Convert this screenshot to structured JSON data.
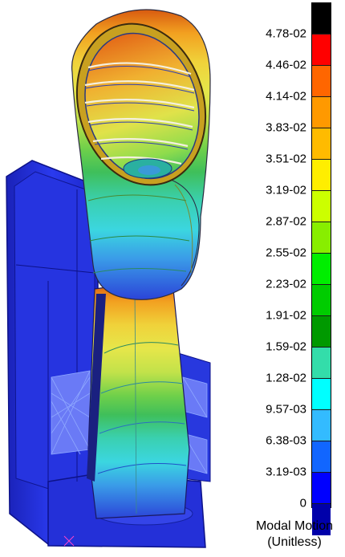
{
  "scale": {
    "labels": [
      "4.78-02",
      "4.46-02",
      "4.14-02",
      "3.83-02",
      "3.51-02",
      "3.19-02",
      "2.87-02",
      "2.55-02",
      "2.23-02",
      "1.91-02",
      "1.59-02",
      "1.28-02",
      "9.57-03",
      "6.38-03",
      "3.19-03",
      "0"
    ],
    "colors": [
      "#000000",
      "#ff0000",
      "#ff6600",
      "#ff9900",
      "#ffbb00",
      "#ffee00",
      "#ccff00",
      "#88ee00",
      "#00ee00",
      "#00cc00",
      "#009900",
      "#33ddaa",
      "#00ffff",
      "#33bbff",
      "#1166ff",
      "#0000ff",
      "#0000aa"
    ],
    "title_line1": "Modal Motion",
    "title_line2": "(Unitless)"
  }
}
